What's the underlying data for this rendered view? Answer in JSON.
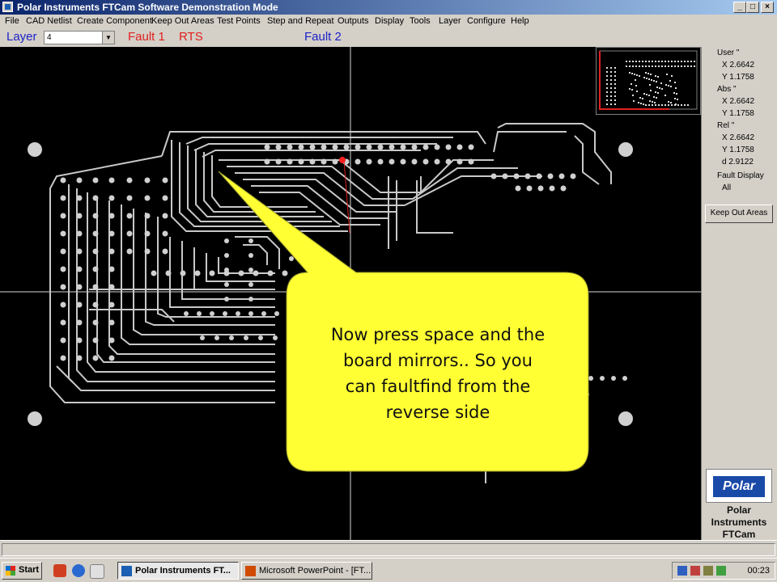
{
  "window": {
    "title": "Polar Instruments FTCam Software  Demonstration Mode",
    "buttons": [
      "_",
      "□",
      "×"
    ]
  },
  "menu": [
    "File",
    "CAD Netlist",
    "Create Component",
    "Keep Out Areas",
    "Test Points",
    "Step and Repeat",
    "Outputs",
    "Display",
    "Tools",
    "Layer",
    "Configure",
    "Help"
  ],
  "layerbar": {
    "label": "Layer",
    "value": "4",
    "fault1": "Fault 1",
    "rts": "RTS",
    "fault2": "Fault 2"
  },
  "colors": {
    "fault1": "#e02020",
    "fault2": "#1e22c8",
    "trace": "#c8c8c8",
    "callout": "#ffff33"
  },
  "readouts": {
    "user_label": "User \"",
    "user_x": "X 2.6642",
    "user_y": "Y 1.1758",
    "abs_label": "Abs \"",
    "abs_x": "X 2.6642",
    "abs_y": "Y 1.1758",
    "rel_label": "Rel \"",
    "rel_x": "X 2.6642",
    "rel_y": "Y 1.1758",
    "rel_d": "d 2.9122",
    "fault_display_label": "Fault Display",
    "fault_display_value": "All"
  },
  "keep_out_button": "Keep Out Areas",
  "brand": {
    "logo": "Polar",
    "line1": "Polar",
    "line2": "Instruments",
    "line3": "FTCam"
  },
  "callout": {
    "line1": "Now press space and the",
    "line2": "board mirrors.. So you",
    "line3": "can faultfind from the",
    "line4": "reverse side"
  },
  "taskbar": {
    "start": "Start",
    "task1": "Polar Instruments FT...",
    "task2": "Microsoft PowerPoint - [FT...",
    "clock": "00:23"
  }
}
